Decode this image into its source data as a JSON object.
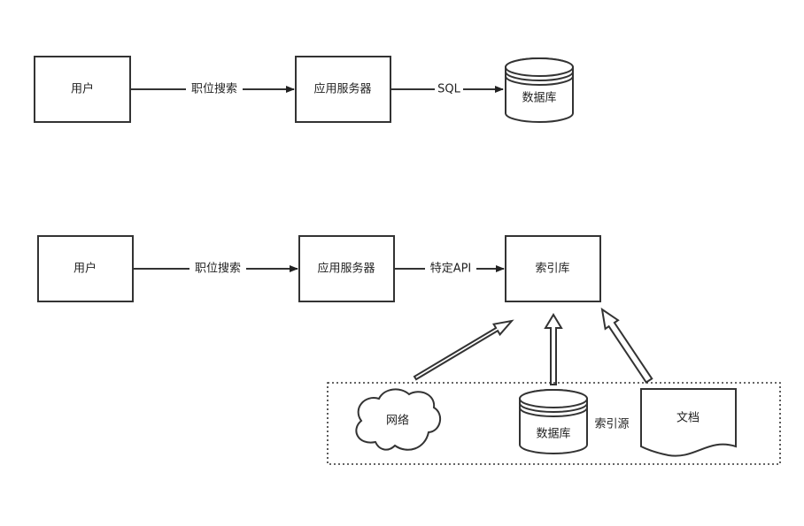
{
  "diagram_top": {
    "user": "用户",
    "edge_search": "职位搜索",
    "app_server": "应用服务器",
    "edge_sql": "SQL",
    "database": "数据库"
  },
  "diagram_bottom": {
    "user": "用户",
    "edge_search": "职位搜索",
    "app_server": "应用服务器",
    "edge_api": "特定API",
    "index_store": "索引库",
    "sources": {
      "network": "网络",
      "database": "数据库",
      "label": "索引源",
      "document": "文档"
    }
  }
}
